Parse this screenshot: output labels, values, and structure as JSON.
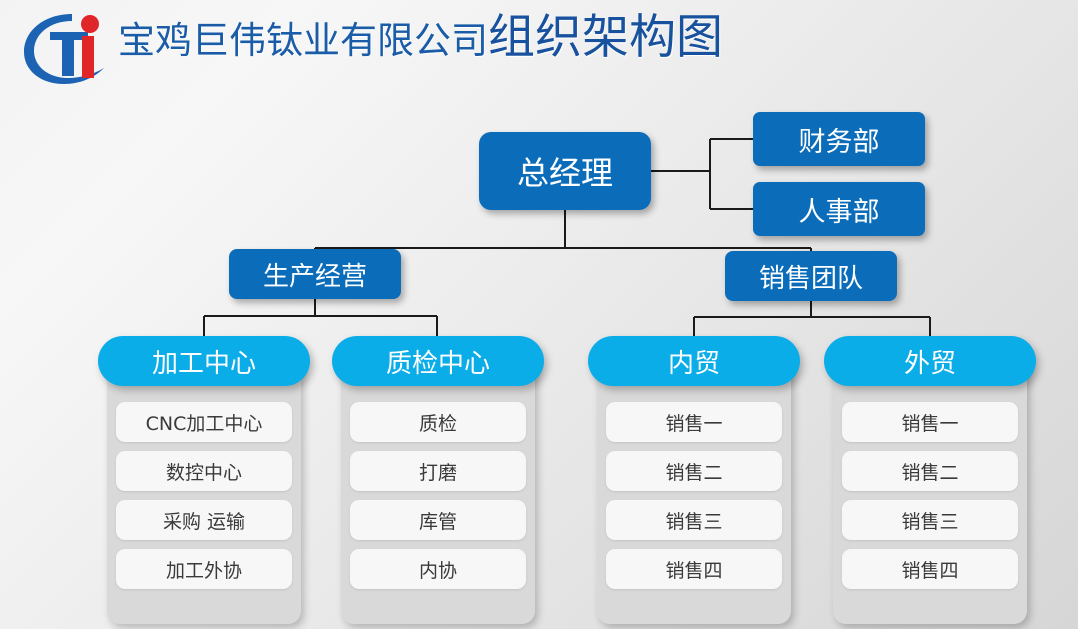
{
  "header": {
    "logo_name": "cti-logo",
    "company_name": "宝鸡巨伟钛业有限公司",
    "doc_title": "组织架构图"
  },
  "colors": {
    "primary_blue": "#0b6cba",
    "accent_cyan": "#0aade8",
    "title_blue": "#18529e",
    "panel_gray": "#d9d9d9",
    "chip_white": "#f7f7f7",
    "connector_line": "#1a1a1a",
    "logo_blue": "#1c63b4",
    "logo_red": "#e02629"
  },
  "chart_data": {
    "type": "diagram",
    "title": "宝鸡巨伟钛业有限公司组织架构图",
    "root": {
      "label": "总经理",
      "staff": [
        {
          "label": "财务部"
        },
        {
          "label": "人事部"
        }
      ],
      "children": [
        {
          "label": "生产经营",
          "children": [
            {
              "label": "加工中心",
              "items": [
                "CNC加工中心",
                "数控中心",
                "采购 运输",
                "加工外协"
              ]
            },
            {
              "label": "质检中心",
              "items": [
                "质检",
                "打磨",
                "库管",
                "内协"
              ]
            }
          ]
        },
        {
          "label": "销售团队",
          "children": [
            {
              "label": "内贸",
              "items": [
                "销售一",
                "销售二",
                "销售三",
                "销售四"
              ]
            },
            {
              "label": "外贸",
              "items": [
                "销售一",
                "销售二",
                "销售三",
                "销售四"
              ]
            }
          ]
        }
      ]
    }
  },
  "nodes": {
    "gm": "总经理",
    "finance": "财务部",
    "hr": "人事部",
    "production": "生产经营",
    "sales": "销售团队"
  },
  "columns": [
    {
      "header": "加工中心",
      "items": [
        "CNC加工中心",
        "数控中心",
        "采购 运输",
        "加工外协"
      ]
    },
    {
      "header": "质检中心",
      "items": [
        "质检",
        "打磨",
        "库管",
        "内协"
      ]
    },
    {
      "header": "内贸",
      "items": [
        "销售一",
        "销售二",
        "销售三",
        "销售四"
      ]
    },
    {
      "header": "外贸",
      "items": [
        "销售一",
        "销售二",
        "销售三",
        "销售四"
      ]
    }
  ]
}
